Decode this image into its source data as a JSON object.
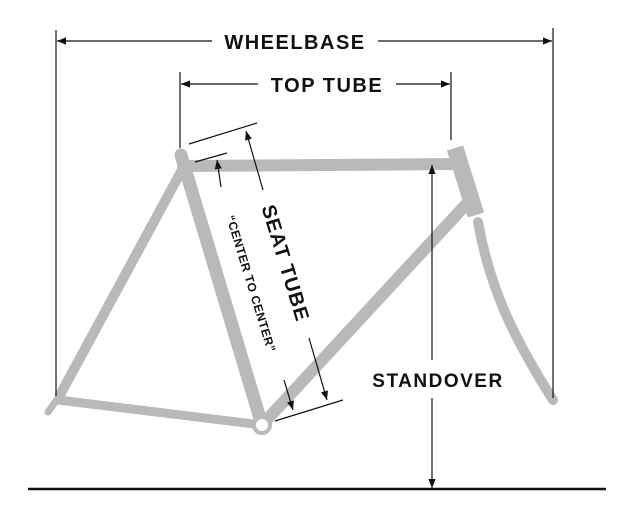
{
  "labels": {
    "wheelbase": "WHEELBASE",
    "top_tube": "TOP TUBE",
    "seat_tube": "SEAT TUBE",
    "center_to_center": "“CENTER TO CENTER”",
    "standover": "STANDOVER"
  },
  "colors": {
    "frame": "#b9b9b9",
    "ink": "#111111"
  }
}
